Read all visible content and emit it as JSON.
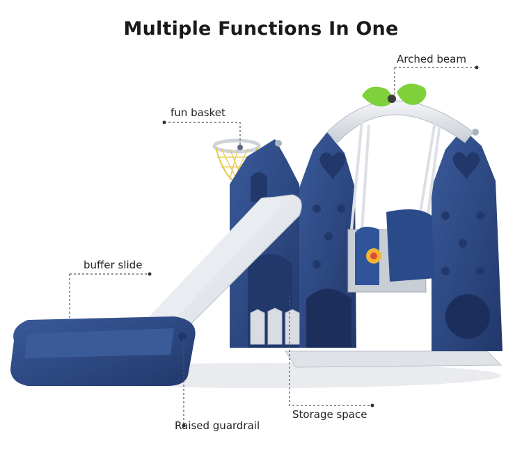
{
  "title": "Multiple Functions In One",
  "callouts": {
    "arched_beam": "Arched beam",
    "fun_basket": "fun basket",
    "buffer_slide": "buffer slide",
    "raised_guardrail": "Raised guardrail",
    "storage_space": "Storage space"
  },
  "colors": {
    "navy": "#2f4b86",
    "navy_dark": "#20366a",
    "white_plastic": "#eef0f3",
    "grey_plastic": "#c9ced6",
    "accent_green": "#7ed13a",
    "basket_yellow": "#e8c640"
  }
}
